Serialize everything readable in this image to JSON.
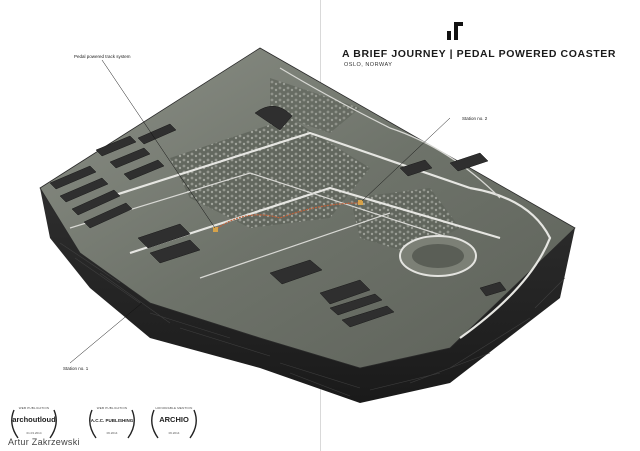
{
  "header": {
    "title": "A BRIEF JOURNEY | PEDAL POWERED COASTER",
    "subtitle": "OSLO, NORWAY"
  },
  "annotations": {
    "track": "Pedal powered track system",
    "station2": "Station no. 2",
    "station1": "Station no. 1"
  },
  "awards": [
    {
      "label": "WEB PUBLICATION",
      "name": "archoutloud",
      "date": "01.03.2014"
    },
    {
      "label": "WEB PUBLICATION",
      "name": "A.C.C. PUBLISHING",
      "date": "06.2014"
    },
    {
      "label": "HONORABLE MENTION",
      "name": "ARCHIO",
      "date": "06.2014"
    }
  ],
  "author": "Artur Zakrzewski",
  "colors": {
    "ink": "#111111",
    "terrain": "#6e736a",
    "rock": "#2b2b2b",
    "buildings": "#3a3a3a",
    "track": "#c0623a"
  }
}
